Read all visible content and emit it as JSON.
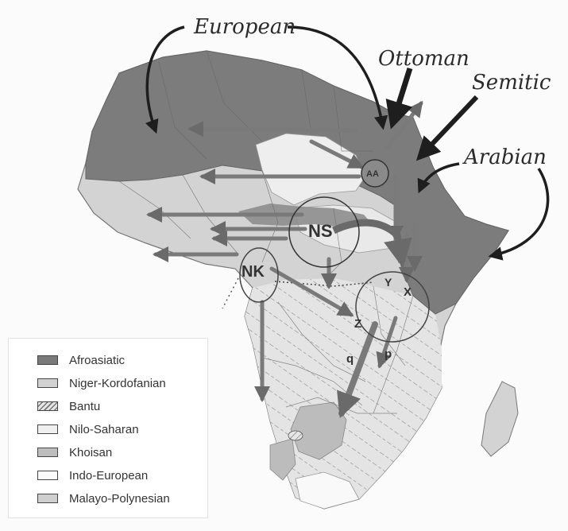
{
  "map": {
    "labels": {
      "european": "European",
      "ottoman": "Ottoman",
      "semitic": "Semitic",
      "arabian": "Arabian"
    },
    "regions": {
      "aa": "AA",
      "ns": "NS",
      "nk": "NK",
      "y": "Y",
      "x": "X",
      "z": "Z",
      "q": "q",
      "p": "p"
    }
  },
  "legend": {
    "items": [
      {
        "label": "Afroasiatic",
        "color": "#7a7a7a",
        "pattern": "solid"
      },
      {
        "label": "Niger-Kordofanian",
        "color": "#d2d2d2",
        "pattern": "solid"
      },
      {
        "label": "Bantu",
        "color": "#e6e6e6",
        "pattern": "hatch"
      },
      {
        "label": "Nilo-Saharan",
        "color": "#efefef",
        "pattern": "solid"
      },
      {
        "label": "Khoisan",
        "color": "#bdbdbd",
        "pattern": "solid"
      },
      {
        "label": "Indo-European",
        "color": "#fafafa",
        "pattern": "solid"
      },
      {
        "label": "Malayo-Polynesian",
        "color": "#cfcfcf",
        "pattern": "solid"
      }
    ]
  }
}
